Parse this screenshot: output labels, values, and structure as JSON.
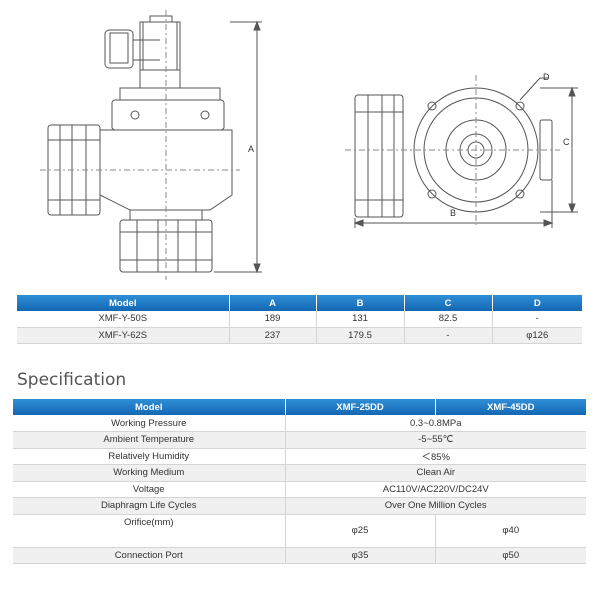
{
  "drawing": {
    "dim_labels": {
      "a": "A",
      "b": "B",
      "c": "C",
      "d": "D"
    }
  },
  "dimension_table": {
    "headers": [
      "Model",
      "A",
      "B",
      "C",
      "D"
    ],
    "rows": [
      [
        "XMF-Y-50S",
        "189",
        "131",
        "82.5",
        "-"
      ],
      [
        "XMF-Y-62S",
        "237",
        "179.5",
        "-",
        "φ126"
      ]
    ]
  },
  "specification": {
    "title": "Specification",
    "headers": [
      "Model",
      "XMF-25DD",
      "XMF-45DD"
    ],
    "rows": [
      {
        "label": "Working Pressure",
        "value": "0.3~0.8MPa"
      },
      {
        "label": "Ambient Temperature",
        "value": "-5~55℃"
      },
      {
        "label": "Relatively Humidity",
        "value": "＜85%"
      },
      {
        "label": "Working Medium",
        "value": "Clean Air"
      },
      {
        "label": "Voltage",
        "value": "AC110V/AC220V/DC24V"
      },
      {
        "label": "Diaphragm Life Cycles",
        "value": "Over One Million Cycles"
      },
      {
        "label": "Orifice(mm)",
        "values": [
          "φ25",
          "φ40"
        ]
      },
      {
        "label": "Connection Port",
        "values": [
          "φ35",
          "φ50"
        ]
      }
    ]
  }
}
